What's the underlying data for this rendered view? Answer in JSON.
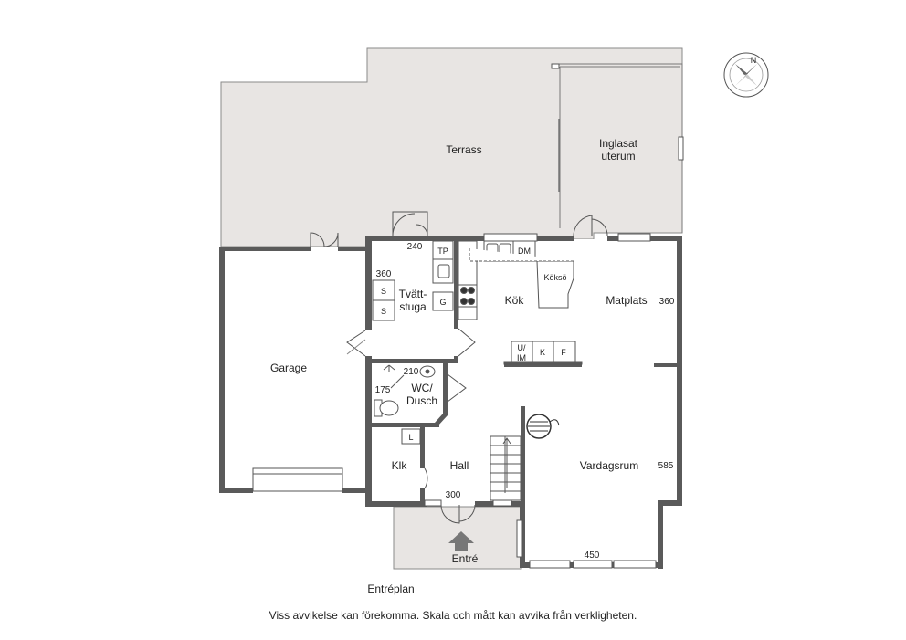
{
  "rooms": {
    "terrace": "Terrass",
    "glazed_room_line1": "Inglasat",
    "glazed_room_line2": "uterum",
    "garage": "Garage",
    "laundry_line1": "Tvätt-",
    "laundry_line2": "stuga",
    "kitchen": "Kök",
    "dining": "Matplats",
    "wc_line1": "WC/",
    "wc_line2": "Dusch",
    "closet": "Klk",
    "hall": "Hall",
    "living": "Vardagsrum",
    "entrance": "Entré"
  },
  "dimensions": {
    "laundry_width": "240",
    "laundry_depth": "360",
    "dining_depth": "360",
    "wc_width": "210",
    "wc_depth": "175",
    "hall_width": "300",
    "living_depth": "585",
    "living_width": "450"
  },
  "fixtures": {
    "tumble_dryer": "TP",
    "laundry_cabinet_1": "S",
    "laundry_cabinet_2": "S",
    "gas_hob": "G",
    "dishwasher": "DM",
    "kitchen_island": "Köksö",
    "oven_microwave_line1": "U/",
    "oven_microwave_line2": "IM",
    "fridge": "K",
    "freezer": "F",
    "closet_linen": "L"
  },
  "compass": {
    "north": "N"
  },
  "caption": {
    "floor_name": "Entréplan",
    "disclaimer": "Viss avvikelse kan förekomma. Skala och mått kan avvika från verkligheten."
  },
  "colors": {
    "wall": "#5a5a5a",
    "exterior_fill": "#e8e5e3",
    "line": "#555555"
  }
}
